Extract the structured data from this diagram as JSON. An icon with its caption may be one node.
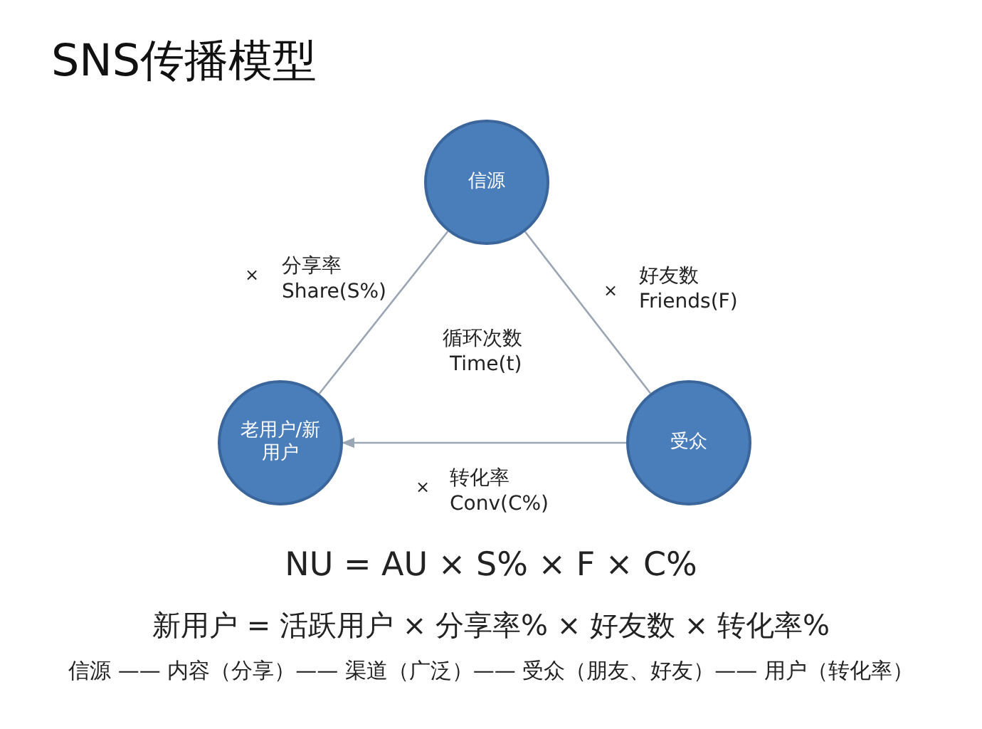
{
  "diagram": {
    "title": "SNS传播模型",
    "nodes": [
      {
        "text": [
          "信源"
        ]
      },
      {
        "text": [
          "老用户/新用户"
        ]
      },
      {
        "text": [
          "受众"
        ]
      }
    ],
    "edges": [
      {
        "from": 0,
        "to": 1,
        "arrow": "none"
      },
      {
        "from": 0,
        "to": 2,
        "arrow": "none"
      },
      {
        "from": 2,
        "to": 1,
        "arrow": "to"
      }
    ],
    "labels": [
      "×",
      "分享率",
      "Share(S%)",
      "好友数",
      "×",
      "Friends(F)",
      "循环次数",
      "Time(t)",
      "×",
      "转化率",
      "Conv(C%)",
      "NU = AU × S% × F × C%",
      "新用户 = 活跃用户 × 分享率% × 好友数 × 转化率%",
      "信源 —— 内容（分享）—— 渠道（广泛）—— 受众（朋友、好友）—— 用户（转化率）"
    ]
  }
}
